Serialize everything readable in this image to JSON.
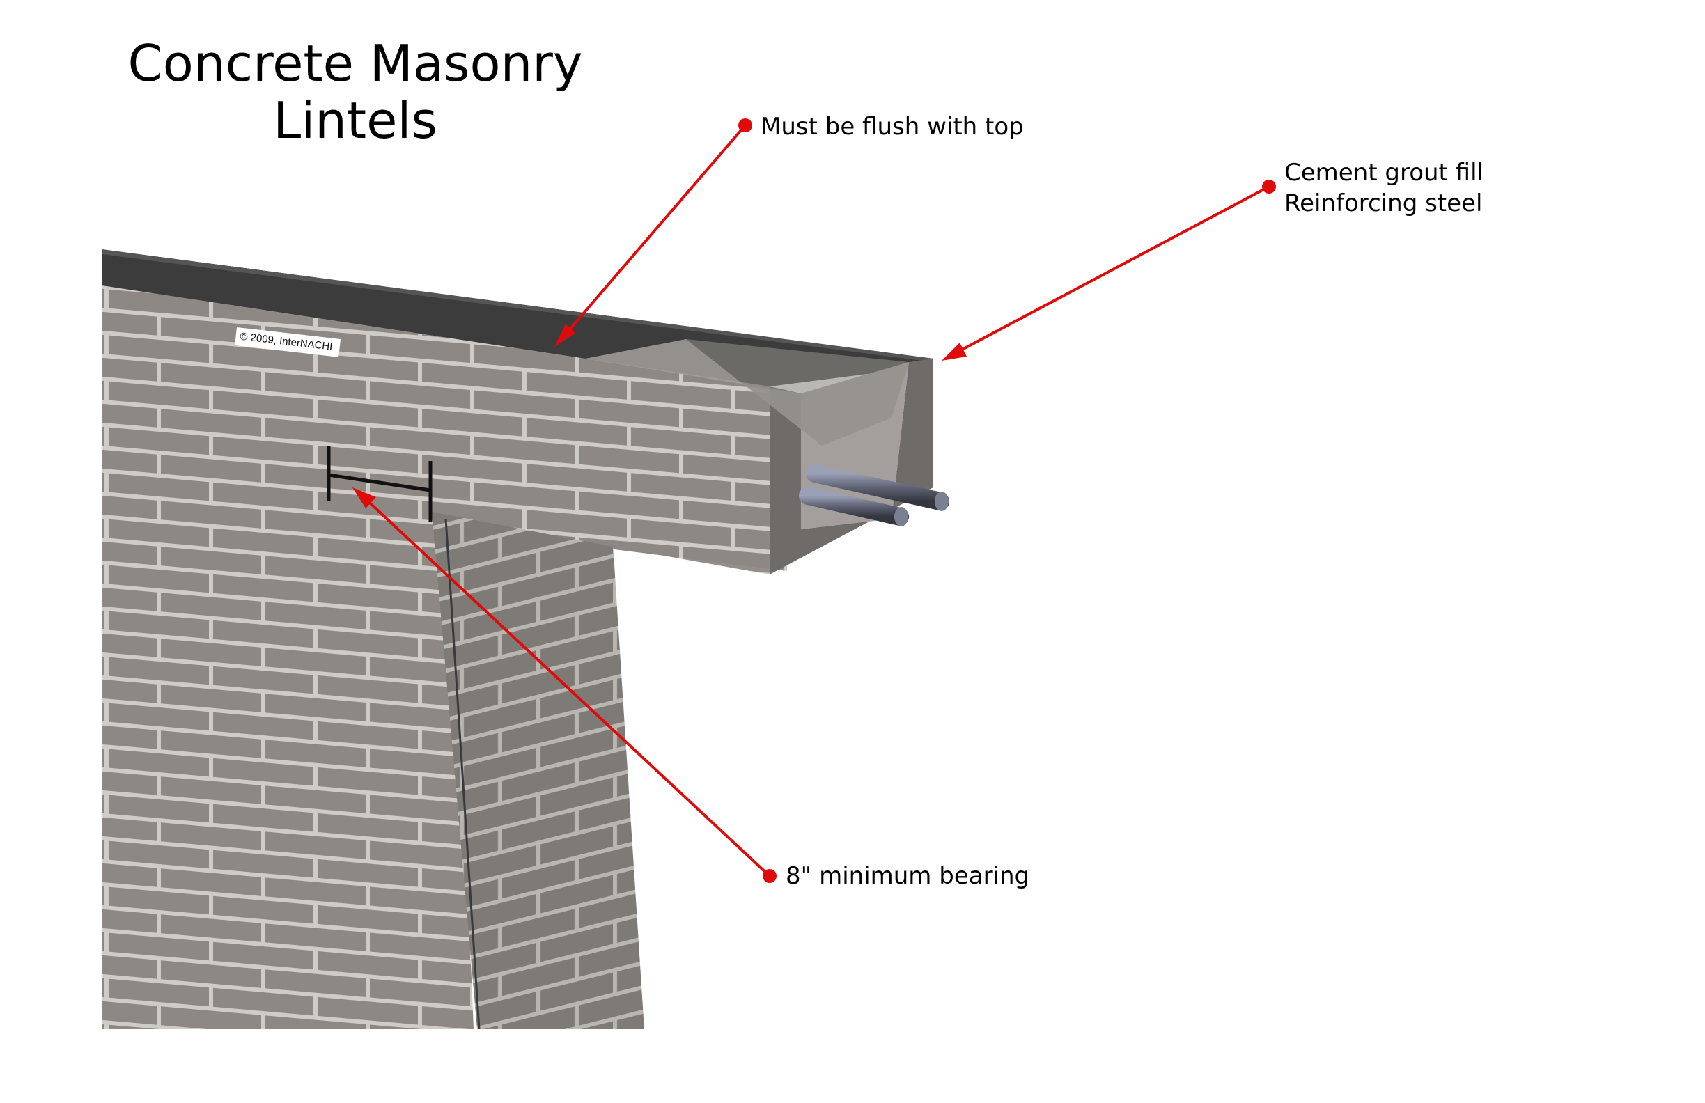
{
  "title": {
    "line1": "Concrete Masonry",
    "line2": "Lintels"
  },
  "callouts": {
    "flush": "Must be flush with top",
    "grout": "Cement grout fill",
    "steel": "Reinforcing steel",
    "bearing": "8\" minimum bearing"
  },
  "copyright": "© 2009, InterNACHI",
  "colors": {
    "callout_red": "#e00a0a",
    "block_face": "#8d8884",
    "mortar": "#cfcbc6",
    "lintel_top": "#3c3c3c",
    "rebar": "#6b6f82"
  }
}
